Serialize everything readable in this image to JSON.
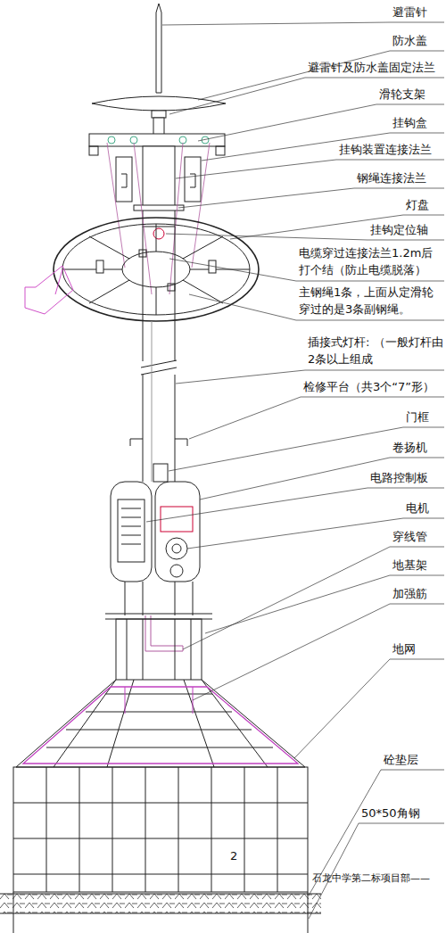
{
  "diagram": {
    "labels": [
      "避雷针",
      "防水盖",
      "避雷针及防水盖固定法兰",
      "滑轮支架",
      "挂钩盒",
      "挂钩装置连接法兰",
      "钢绳连接法兰",
      "灯盘",
      "挂钩定位轴",
      "电缆穿过连接法兰1.2m后 打个结（防止电缆脱落）",
      "主钢绳1条，上面从定滑轮穿过的是3条副钢绳。",
      "插接式灯杆: （一般灯杆由2条以上组成",
      "检修平台（共3个“7”形）",
      "门框",
      "卷扬机",
      "电路控制板",
      "电机",
      "穿线管",
      "地基架",
      "加强筋",
      "地网",
      "砼垫层",
      "50*50角钢",
      "2",
      "石龙中学第二标项目部——"
    ]
  }
}
